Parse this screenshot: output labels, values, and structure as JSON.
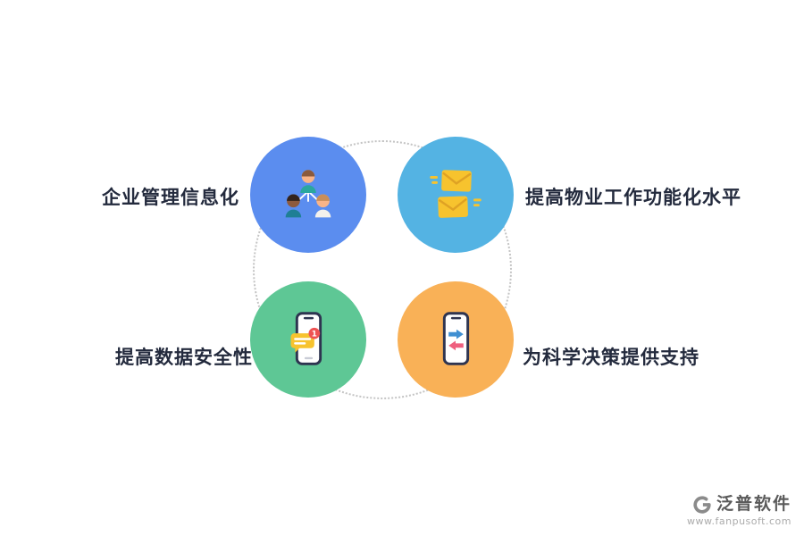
{
  "diagram": {
    "features": [
      {
        "label": "企业管理信息化",
        "icon": "team-icon",
        "circle_color": "#5b8def",
        "position": "top-left"
      },
      {
        "label": "提高物业工作功能化水平",
        "icon": "mail-icon",
        "circle_color": "#54b3e3",
        "position": "top-right"
      },
      {
        "label": "提高数据安全性",
        "icon": "phone-chat-icon",
        "circle_color": "#5ec795",
        "position": "bottom-left"
      },
      {
        "label": "为科学决策提供支持",
        "icon": "phone-transfer-icon",
        "circle_color": "#f9b157",
        "position": "bottom-right"
      }
    ],
    "chat_badge_count": "1"
  },
  "footer": {
    "brand": "泛普软件",
    "url": "www.fanpusoft.com"
  },
  "colors": {
    "label_text": "#232a3d",
    "dotted_ring": "#c4c4c4",
    "envelope": "#f7c32e",
    "badge_red": "#ee5253",
    "arrow_right_blue": "#3f8fd2",
    "arrow_left_pink": "#ef5f7e",
    "phone_outline": "#2e3450"
  }
}
